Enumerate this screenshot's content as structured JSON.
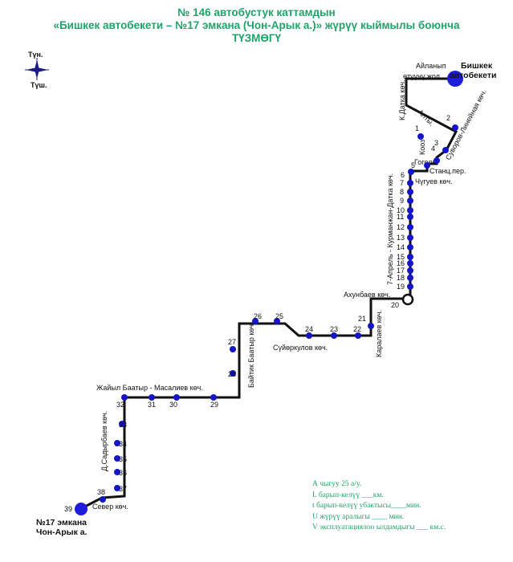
{
  "title": {
    "line1": "№ 146 автобустук каттамдын",
    "line2": "«Бишкек автобекети –  №17 эмкана (Чон-Арык а.)» жүрүү кыймылы боюнча",
    "line3": "ТҮЗМӨГҮ"
  },
  "compass": {
    "north": "Түн.",
    "south": "Түш."
  },
  "terminals": {
    "start": [
      "Бишкек",
      "автобекети"
    ],
    "end": [
      "№17 эмкана",
      "Чон-Арык а."
    ]
  },
  "streets": {
    "aylanyp": [
      "Айланып",
      "өтүүчү жол"
    ],
    "kdatka": "К.Датка көч.",
    "alty": "Алты.",
    "kooj": "Кооз",
    "gogol": "Гоголь",
    "suvorov": "Суворов-Линейная көч.",
    "stants": "Станц.пер.",
    "chuguev": "Чүгуев көч.",
    "kurmanjan": "7-Апрель - Курманжан-Датка көч.",
    "ahunbaev": "Ахунбаев көч.",
    "karalaev": "Каралаев көч.",
    "suyorkulov": "Сүйөркулов көч.",
    "baytik": "Байтик Баатыр көч.",
    "jaiyl": "Жайыл Баатыр  - Масалиев көч.",
    "sadyrbaev": "Д.Садырбаев көч.",
    "sever": "Север көч."
  },
  "stops": [
    "1",
    "2",
    "3",
    "4",
    "5",
    "6",
    "7",
    "8",
    "9",
    "10",
    "11",
    "12",
    "13",
    "14",
    "15",
    "16",
    "17",
    "18",
    "19",
    "20",
    "21",
    "22",
    "23",
    "24",
    "25",
    "26",
    "27",
    "28",
    "29",
    "30",
    "31",
    "32",
    "33",
    "34",
    "35",
    "36",
    "37",
    "38",
    "39"
  ],
  "legend": {
    "a": "А чыгуу   25   а/у.",
    "l": "L барып-келүү  ___км.",
    "t": "t барып-келүү убактысы____мин.",
    "u": "U жүрүү аралыгы  ____        мин.",
    "v": "V эксплуатациялоо ылдамдыгы ___ км.с."
  },
  "colors": {
    "title": "#1fa36a",
    "stop": "#1515c8",
    "route": "#111111",
    "legend": "#1fa36a"
  }
}
